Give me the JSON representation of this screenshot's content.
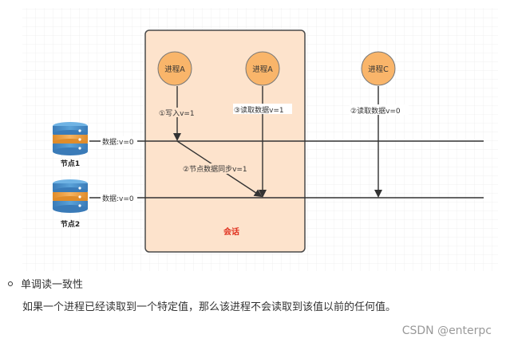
{
  "diagram": {
    "nodes": [
      {
        "id": "node1",
        "label": "节点1",
        "value_label": "数据:v=0"
      },
      {
        "id": "node2",
        "label": "节点2",
        "value_label": "数据:v=0"
      }
    ],
    "session": {
      "label": "会话"
    },
    "processes": [
      {
        "id": "pA1",
        "label": "进程A",
        "annotation": "①写入v=1"
      },
      {
        "id": "pA2",
        "label": "进程A",
        "annotation": "③读取数据v=1"
      },
      {
        "id": "pC",
        "label": "进程C",
        "annotation": "②读取数据v=0"
      }
    ],
    "sync_label": "②节点数据同步v=1",
    "colors": {
      "process_fill": "#f9b56a",
      "session_fill": "#fde3cc",
      "session_border": "#4a4a4a",
      "db_blue": "#4a90c8",
      "db_orange": "#f0a24a",
      "session_label": "#e0301e"
    }
  },
  "bullet": {
    "title": "单调读一致性",
    "description": "如果一个进程已经读取到一个特定值，那么该进程不会读取到该值以前的任何值。"
  },
  "watermark": "CSDN @enterpc"
}
